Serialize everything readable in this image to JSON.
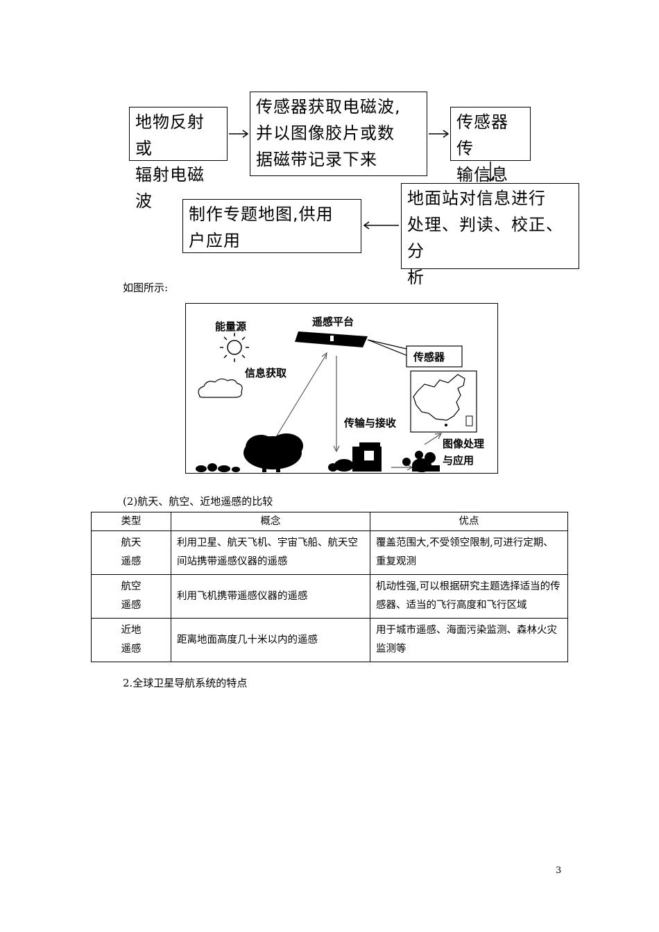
{
  "flowchart": {
    "step1": [
      "地物反射或",
      "辐射电磁波"
    ],
    "step2": [
      "传感器获取电磁波,",
      "并以图像胶片或数",
      "据磁带记录下来"
    ],
    "step3": [
      "传感器传",
      "输信息"
    ],
    "step4": [
      "地面站对信息进行",
      "处理、判读、校正、分",
      "析"
    ],
    "step5": [
      "制作专题地图,供用",
      "户应用"
    ]
  },
  "caption_figure": "如图所示:",
  "diagram": {
    "energy_source": "能量源",
    "platform": "遥感平台",
    "sensor": "传感器",
    "info_acquisition": "信息获取",
    "transmission": "传输与接收",
    "processing": [
      "图像处理",
      "与应用"
    ]
  },
  "section_heading": "(2)航天、航空、近地遥感的比较",
  "table": {
    "headers": [
      "类型",
      "概念",
      "优点"
    ],
    "rows": [
      {
        "type": [
          "航天",
          "遥感"
        ],
        "concept": "利用卫星、航天飞机、宇宙飞船、航天空间站携带遥感仪器的遥感",
        "advantage": "覆盖范围大,不受领空限制,可进行定期、重复观测"
      },
      {
        "type": [
          "航空",
          "遥感"
        ],
        "concept": "利用飞机携带遥感仪器的遥感",
        "advantage": "机动性强,可以根据研究主题选择适当的传感器、适当的飞行高度和飞行区域"
      },
      {
        "type": [
          "近地",
          "遥感"
        ],
        "concept": "距离地面高度几十米以内的遥感",
        "advantage": "用于城市遥感、海面污染监测、森林火灾监测等"
      }
    ]
  },
  "next_heading": "2.全球卫星导航系统的特点",
  "page_number": "3"
}
